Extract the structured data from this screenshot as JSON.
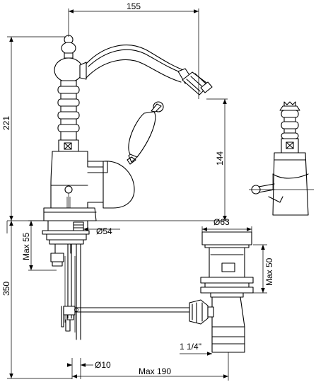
{
  "dimensions": {
    "width_top": "155",
    "height_total": "221",
    "height_spout": "144",
    "max_deck": "Max 55",
    "diameter_base": "Ø54",
    "height_below": "350",
    "diameter_waste": "Ø63",
    "max_waste": "Max 50",
    "thread": "1 1/4\"",
    "diameter_rod": "Ø10",
    "max_reach": "Max 190"
  }
}
